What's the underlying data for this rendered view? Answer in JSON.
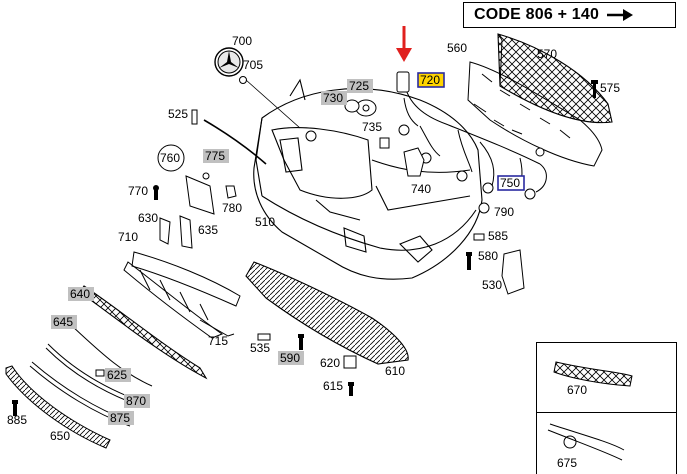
{
  "header": {
    "code_label": "CODE 806 + 140"
  },
  "highlight_colors": {
    "gray_label_bg": "#c0c0c0",
    "yellow_label_bg": "#ffd400",
    "blue_border": "#2a2aa0",
    "pointer_arrow": "#e0201e"
  },
  "parts": [
    {
      "id": "700",
      "label": "700",
      "style": "plain"
    },
    {
      "id": "705",
      "label": "705",
      "style": "plain"
    },
    {
      "id": "725",
      "label": "725",
      "style": "gray"
    },
    {
      "id": "730",
      "label": "730",
      "style": "gray"
    },
    {
      "id": "735",
      "label": "735",
      "style": "plain"
    },
    {
      "id": "720",
      "label": "720",
      "style": "yellow"
    },
    {
      "id": "560",
      "label": "560",
      "style": "plain"
    },
    {
      "id": "570",
      "label": "570",
      "style": "plain"
    },
    {
      "id": "575",
      "label": "575",
      "style": "plain"
    },
    {
      "id": "525",
      "label": "525",
      "style": "plain"
    },
    {
      "id": "760",
      "label": "760",
      "style": "circled"
    },
    {
      "id": "775",
      "label": "775",
      "style": "gray"
    },
    {
      "id": "740",
      "label": "740",
      "style": "plain"
    },
    {
      "id": "750",
      "label": "750",
      "style": "blue"
    },
    {
      "id": "770",
      "label": "770",
      "style": "plain"
    },
    {
      "id": "780",
      "label": "780",
      "style": "plain"
    },
    {
      "id": "790",
      "label": "790",
      "style": "plain"
    },
    {
      "id": "510",
      "label": "510",
      "style": "plain"
    },
    {
      "id": "630",
      "label": "630",
      "style": "plain"
    },
    {
      "id": "635",
      "label": "635",
      "style": "plain"
    },
    {
      "id": "585",
      "label": "585",
      "style": "plain"
    },
    {
      "id": "710",
      "label": "710",
      "style": "plain"
    },
    {
      "id": "580",
      "label": "580",
      "style": "plain"
    },
    {
      "id": "530",
      "label": "530",
      "style": "plain"
    },
    {
      "id": "640",
      "label": "640",
      "style": "gray"
    },
    {
      "id": "645",
      "label": "645",
      "style": "gray"
    },
    {
      "id": "715",
      "label": "715",
      "style": "plain"
    },
    {
      "id": "535",
      "label": "535",
      "style": "plain"
    },
    {
      "id": "590",
      "label": "590",
      "style": "gray"
    },
    {
      "id": "620",
      "label": "620",
      "style": "plain"
    },
    {
      "id": "610",
      "label": "610",
      "style": "plain"
    },
    {
      "id": "625",
      "label": "625",
      "style": "gray"
    },
    {
      "id": "615",
      "label": "615",
      "style": "plain"
    },
    {
      "id": "870",
      "label": "870",
      "style": "gray"
    },
    {
      "id": "875",
      "label": "875",
      "style": "gray"
    },
    {
      "id": "885",
      "label": "885",
      "style": "plain"
    },
    {
      "id": "650",
      "label": "650",
      "style": "plain"
    },
    {
      "id": "670",
      "label": "670",
      "style": "plain"
    },
    {
      "id": "675",
      "label": "675",
      "style": "plain"
    }
  ]
}
